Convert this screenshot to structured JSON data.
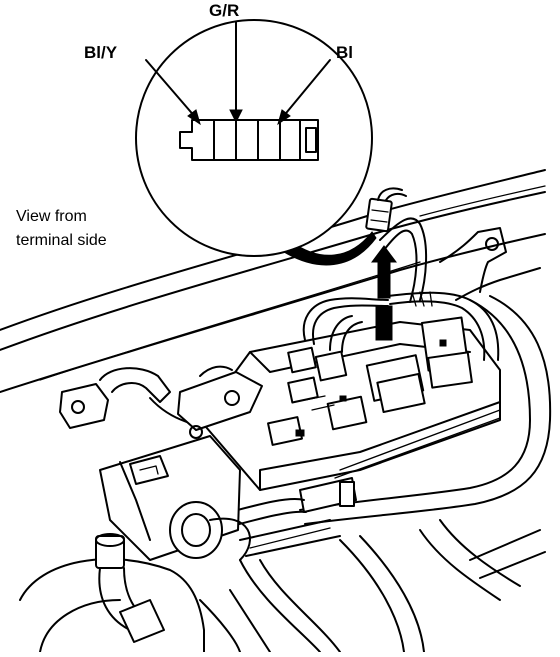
{
  "diagram": {
    "wire_labels": {
      "left": "Bl/Y",
      "center": "G/R",
      "right": "Bl"
    },
    "view_note": {
      "line1": "View from",
      "line2": "terminal side"
    }
  }
}
